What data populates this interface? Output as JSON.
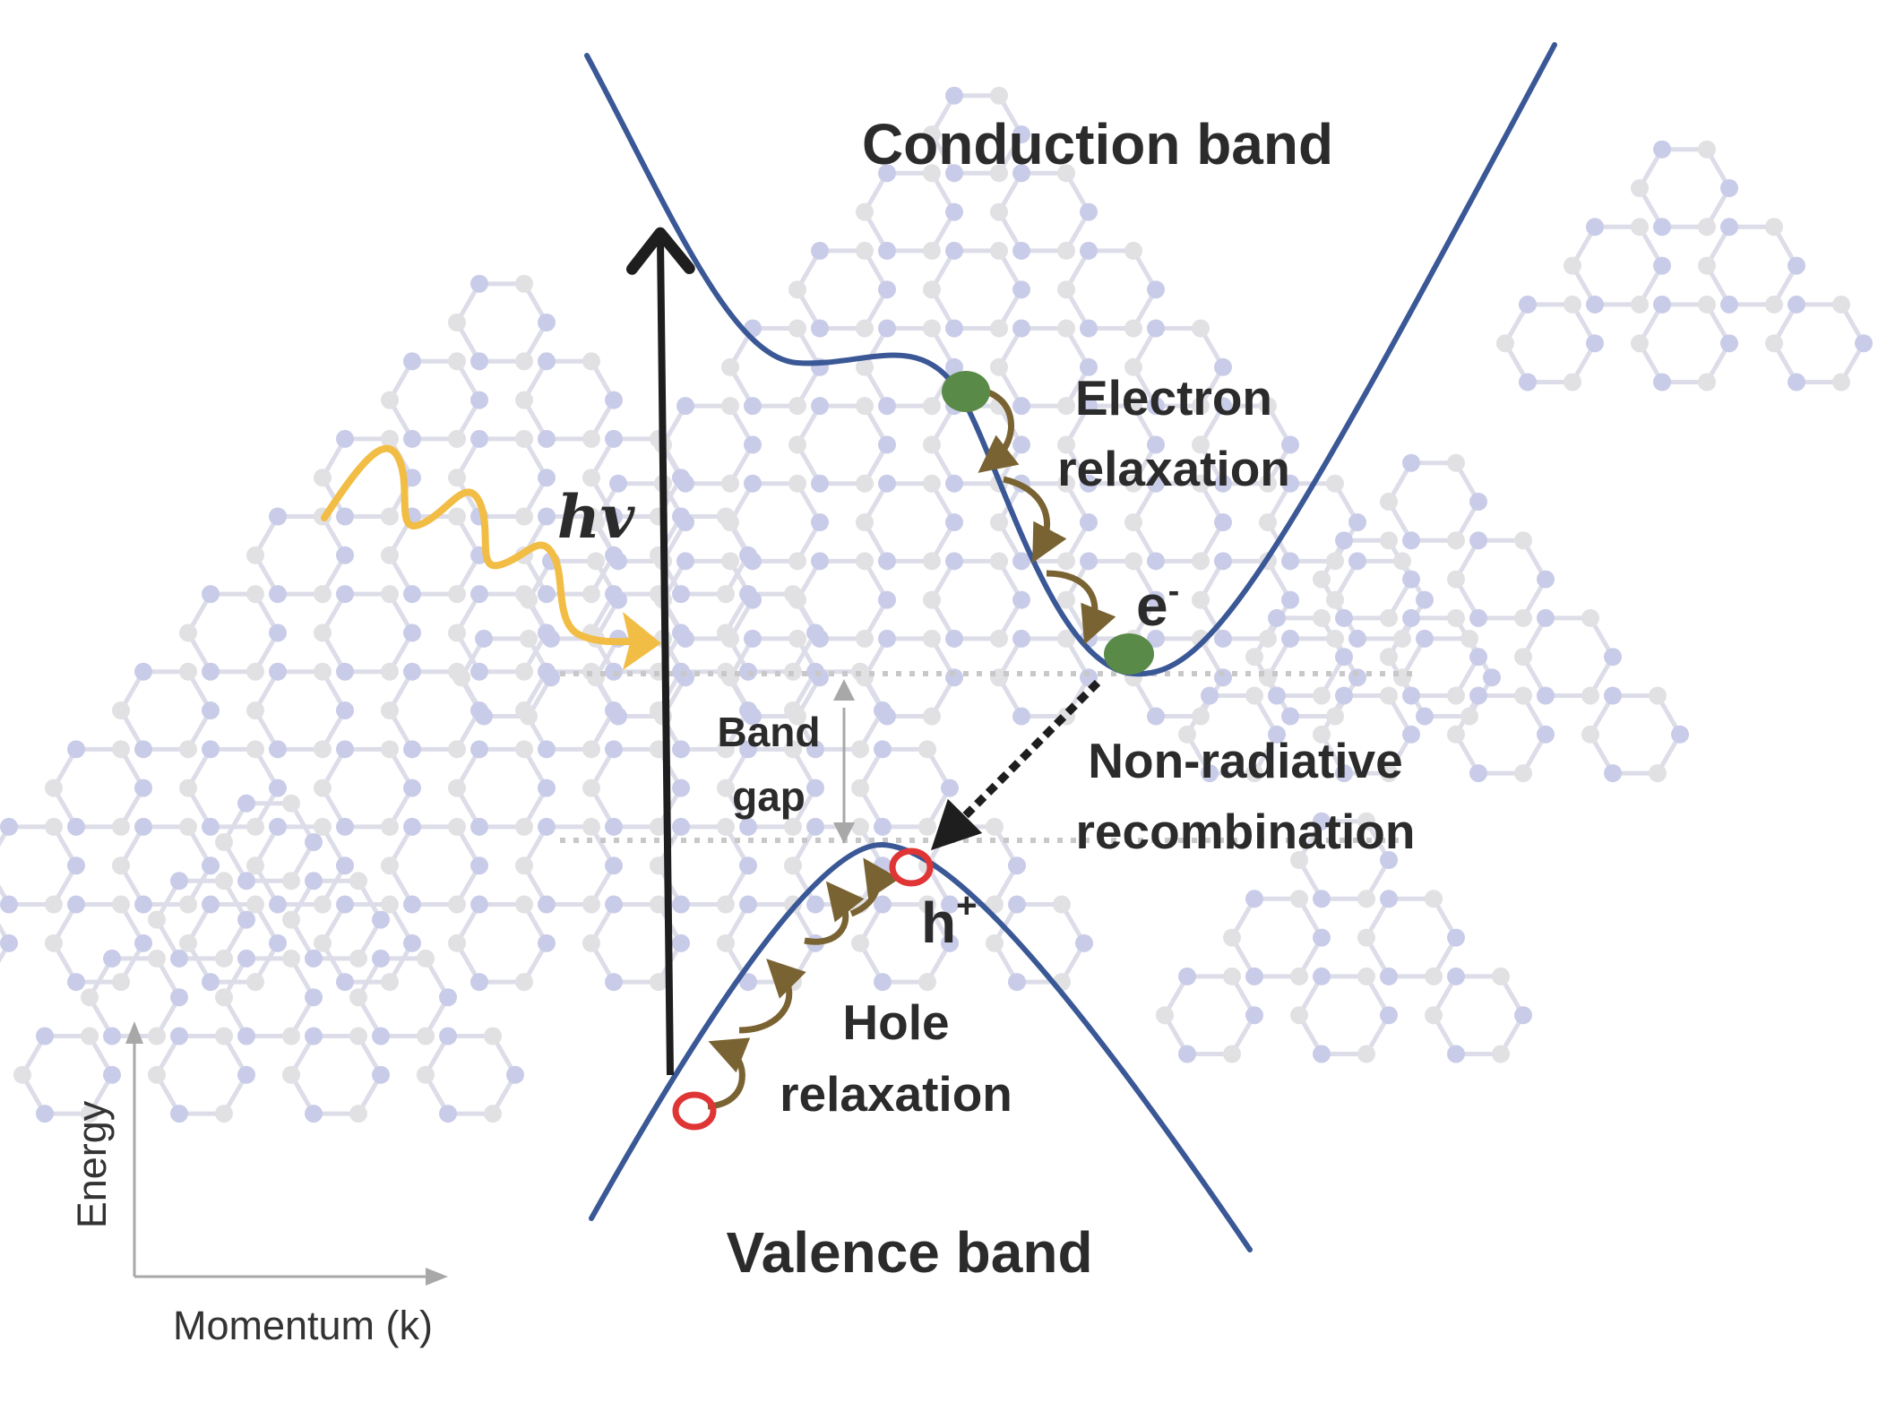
{
  "labels": {
    "conduction_band": "Conduction band",
    "valence_band": "Valence band",
    "electron_relaxation_1": "Electron",
    "electron_relaxation_2": "relaxation",
    "hole_relaxation_1": "Hole",
    "hole_relaxation_2": "relaxation",
    "non_radiative_1": "Non-radiative",
    "non_radiative_2": "recombination",
    "band_gap_1": "Band",
    "band_gap_2": "gap",
    "photon": "hv",
    "electron_symbol": "e",
    "electron_sup": "-",
    "hole_symbol": "h",
    "hole_sup": "+",
    "axis_y": "Energy",
    "axis_x": "Momentum (k)"
  },
  "colors": {
    "band_curve": "#3a5796",
    "photon": "#f2bd45",
    "electron": "#5a8a48",
    "hole": "#e03535",
    "relaxation_arrow": "#7a6332",
    "lattice_atom_a": "#c9cce8",
    "lattice_atom_b": "#e1e1e4",
    "lattice_bond": "#dcdde8",
    "guide_line": "#c8c8c8",
    "axis": "#a8a8a8",
    "excitation_arrow": "#1e1e1e"
  }
}
